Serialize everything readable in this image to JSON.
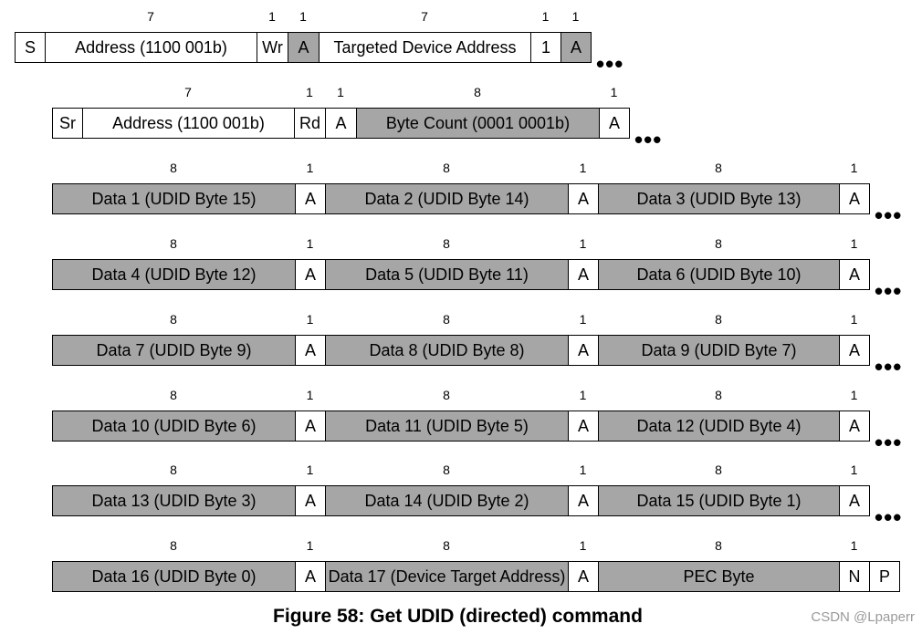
{
  "rows": [
    {
      "cells": [
        {
          "text": "S",
          "bits": "",
          "fill": "white"
        },
        {
          "text": "Address (1100 001b)",
          "bits": "7",
          "fill": "white"
        },
        {
          "text": "Wr",
          "bits": "1",
          "fill": "white"
        },
        {
          "text": "A",
          "bits": "1",
          "fill": "gray"
        },
        {
          "text": "Targeted Device Address",
          "bits": "7",
          "fill": "white"
        },
        {
          "text": "1",
          "bits": "1",
          "fill": "white"
        },
        {
          "text": "A",
          "bits": "1",
          "fill": "gray"
        }
      ],
      "continues": true
    },
    {
      "cells": [
        {
          "text": "Sr",
          "bits": "",
          "fill": "white"
        },
        {
          "text": "Address (1100 001b)",
          "bits": "7",
          "fill": "white"
        },
        {
          "text": "Rd",
          "bits": "1",
          "fill": "white"
        },
        {
          "text": "A",
          "bits": "1",
          "fill": "white"
        },
        {
          "text": "Byte Count (0001 0001b)",
          "bits": "8",
          "fill": "gray"
        },
        {
          "text": "A",
          "bits": "1",
          "fill": "white"
        }
      ],
      "continues": true
    },
    {
      "cells": [
        {
          "text": "Data 1 (UDID Byte 15)",
          "bits": "8",
          "fill": "gray"
        },
        {
          "text": "A",
          "bits": "1",
          "fill": "white"
        },
        {
          "text": "Data 2 (UDID Byte 14)",
          "bits": "8",
          "fill": "gray"
        },
        {
          "text": "A",
          "bits": "1",
          "fill": "white"
        },
        {
          "text": "Data 3 (UDID Byte 13)",
          "bits": "8",
          "fill": "gray"
        },
        {
          "text": "A",
          "bits": "1",
          "fill": "white"
        }
      ],
      "continues": true
    },
    {
      "cells": [
        {
          "text": "Data 4 (UDID Byte 12)",
          "bits": "8",
          "fill": "gray"
        },
        {
          "text": "A",
          "bits": "1",
          "fill": "white"
        },
        {
          "text": "Data 5 (UDID Byte 11)",
          "bits": "8",
          "fill": "gray"
        },
        {
          "text": "A",
          "bits": "1",
          "fill": "white"
        },
        {
          "text": "Data 6 (UDID Byte 10)",
          "bits": "8",
          "fill": "gray"
        },
        {
          "text": "A",
          "bits": "1",
          "fill": "white"
        }
      ],
      "continues": true
    },
    {
      "cells": [
        {
          "text": "Data 7 (UDID Byte 9)",
          "bits": "8",
          "fill": "gray"
        },
        {
          "text": "A",
          "bits": "1",
          "fill": "white"
        },
        {
          "text": "Data 8 (UDID Byte 8)",
          "bits": "8",
          "fill": "gray"
        },
        {
          "text": "A",
          "bits": "1",
          "fill": "white"
        },
        {
          "text": "Data 9  (UDID Byte 7)",
          "bits": "8",
          "fill": "gray"
        },
        {
          "text": "A",
          "bits": "1",
          "fill": "white"
        }
      ],
      "continues": true
    },
    {
      "cells": [
        {
          "text": "Data 10 (UDID Byte 6)",
          "bits": "8",
          "fill": "gray"
        },
        {
          "text": "A",
          "bits": "1",
          "fill": "white"
        },
        {
          "text": "Data 11 (UDID Byte 5)",
          "bits": "8",
          "fill": "gray"
        },
        {
          "text": "A",
          "bits": "1",
          "fill": "white"
        },
        {
          "text": "Data 12 (UDID Byte 4)",
          "bits": "8",
          "fill": "gray"
        },
        {
          "text": "A",
          "bits": "1",
          "fill": "white"
        }
      ],
      "continues": true
    },
    {
      "cells": [
        {
          "text": "Data 13 (UDID Byte 3)",
          "bits": "8",
          "fill": "gray"
        },
        {
          "text": "A",
          "bits": "1",
          "fill": "white"
        },
        {
          "text": "Data 14 (UDID Byte 2)",
          "bits": "8",
          "fill": "gray"
        },
        {
          "text": "A",
          "bits": "1",
          "fill": "white"
        },
        {
          "text": "Data 15  (UDID Byte 1)",
          "bits": "8",
          "fill": "gray"
        },
        {
          "text": "A",
          "bits": "1",
          "fill": "white"
        }
      ],
      "continues": true
    },
    {
      "cells": [
        {
          "text": "Data 16 (UDID Byte 0)",
          "bits": "8",
          "fill": "gray"
        },
        {
          "text": "A",
          "bits": "1",
          "fill": "white"
        },
        {
          "text": "Data 17 (Device Target Address)",
          "bits": "8",
          "fill": "gray"
        },
        {
          "text": "A",
          "bits": "1",
          "fill": "white"
        },
        {
          "text": "PEC Byte",
          "bits": "8",
          "fill": "gray"
        },
        {
          "text": "N",
          "bits": "1",
          "fill": "white"
        },
        {
          "text": "P",
          "bits": "",
          "fill": "white"
        }
      ],
      "continues": false
    }
  ],
  "continuation_mark": "•••",
  "caption": "Figure 58: Get UDID (directed) command",
  "watermark": "CSDN @Lpaperr",
  "colors": {
    "gray_fill": "#a6a6a6",
    "white_fill": "#ffffff",
    "border": "#000000"
  }
}
